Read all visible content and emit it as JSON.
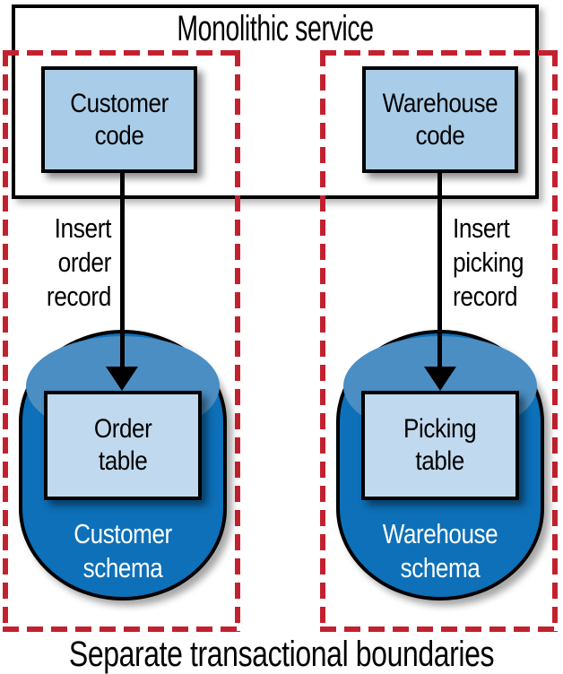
{
  "title": "Monolithic service",
  "caption": "Separate transactional boundaries",
  "colors": {
    "accent_red": "#c2212f",
    "code_box_fill": "#a9cde8",
    "table_box_fill": "#c0d9ee",
    "cylinder_body": "#0d70b8",
    "cylinder_top": "#4a8ec3",
    "outline": "#000000"
  },
  "left": {
    "code_box": [
      "Customer",
      "code"
    ],
    "insert_label": [
      "Insert",
      "order",
      "record"
    ],
    "table_box": [
      "Order",
      "table"
    ],
    "schema_label": [
      "Customer",
      "schema"
    ]
  },
  "right": {
    "code_box": [
      "Warehouse",
      "code"
    ],
    "insert_label": [
      "Insert",
      "picking",
      "record"
    ],
    "table_box": [
      "Picking",
      "table"
    ],
    "schema_label": [
      "Warehouse",
      "schema"
    ]
  }
}
